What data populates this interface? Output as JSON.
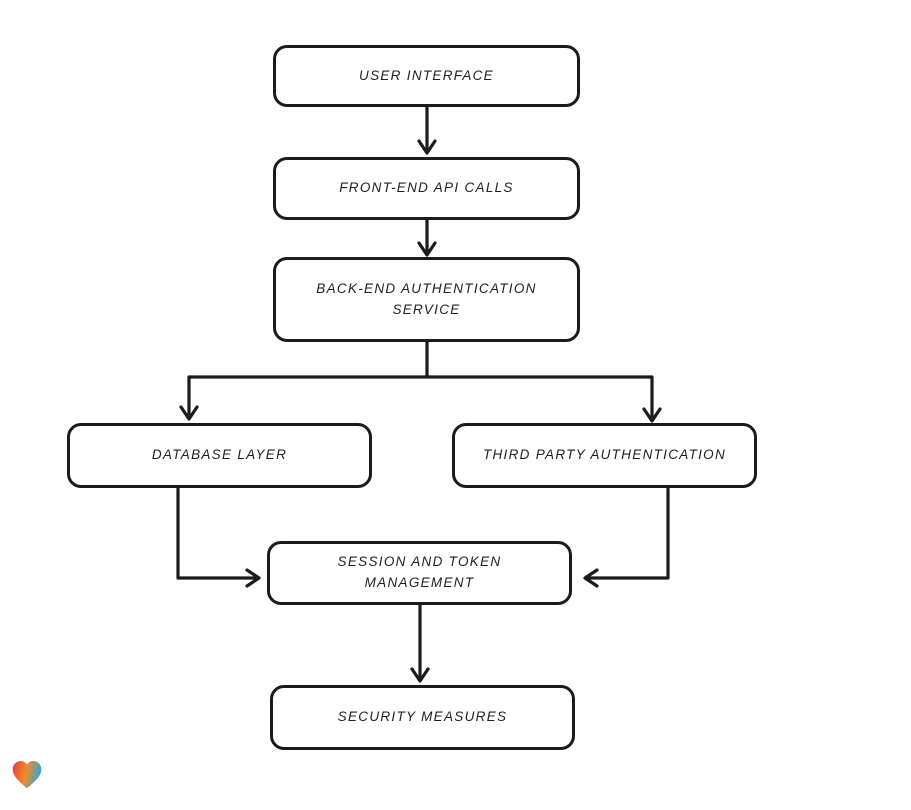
{
  "diagram": {
    "type": "flowchart",
    "nodes": [
      {
        "id": "user-interface",
        "label": "USER INTERFACE"
      },
      {
        "id": "front-end-api-calls",
        "label": "FRONT-END API CALLS"
      },
      {
        "id": "back-end-authentication-service",
        "label": "BACK-END AUTHENTICATION SERVICE"
      },
      {
        "id": "database-layer",
        "label": "DATABASE LAYER"
      },
      {
        "id": "third-party-authentication",
        "label": "THIRD PARTY AUTHENTICATION"
      },
      {
        "id": "session-and-token-management",
        "label": "SESSION AND TOKEN MANAGEMENT"
      },
      {
        "id": "security-measures",
        "label": "SECURITY MEASURES"
      }
    ],
    "edges": [
      {
        "from": "user-interface",
        "to": "front-end-api-calls"
      },
      {
        "from": "front-end-api-calls",
        "to": "back-end-authentication-service"
      },
      {
        "from": "back-end-authentication-service",
        "to": "database-layer"
      },
      {
        "from": "back-end-authentication-service",
        "to": "third-party-authentication"
      },
      {
        "from": "database-layer",
        "to": "session-and-token-management"
      },
      {
        "from": "third-party-authentication",
        "to": "session-and-token-management"
      },
      {
        "from": "session-and-token-management",
        "to": "security-measures"
      }
    ],
    "ink_color": "#1b1b1b",
    "background_color": "#ffffff"
  },
  "logo": {
    "name": "heart-logo",
    "gradient": [
      "#e8403d",
      "#ef8d2c",
      "#2ea7dd"
    ]
  }
}
